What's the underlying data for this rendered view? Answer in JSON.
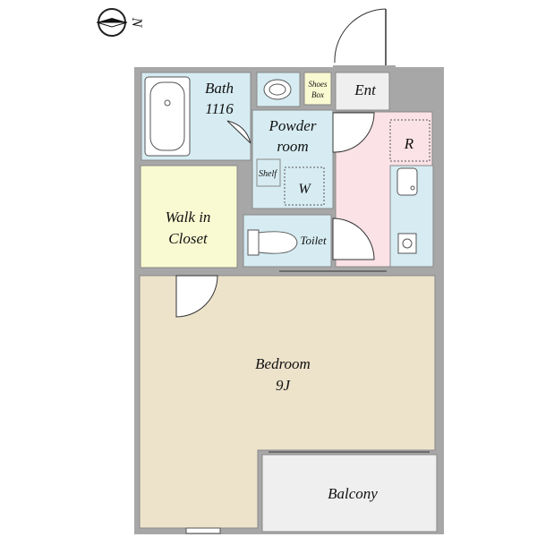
{
  "compass": {
    "direction_label": "N"
  },
  "rooms": {
    "bath": {
      "name": "Bath",
      "size": "1116"
    },
    "powder_room": {
      "line1": "Powder",
      "line2": "room"
    },
    "washer": {
      "label": "W"
    },
    "shelf": {
      "label": "Shelf"
    },
    "shoes_box": {
      "line1": "Shoes",
      "line2": "Box"
    },
    "entrance": {
      "label": "Ent"
    },
    "refrigerator": {
      "label": "R"
    },
    "walk_in_closet": {
      "line1": "Walk in",
      "line2": "Closet"
    },
    "toilet": {
      "label": "Toilet"
    },
    "bedroom": {
      "name": "Bedroom",
      "size": "9J"
    },
    "balcony": {
      "label": "Balcony"
    }
  },
  "colors": {
    "wall": "#a7a7a7",
    "wet_area": "#d6ecf2",
    "entrance_hall": "#fbe2e6",
    "closet": "#fafad2",
    "bedroom": "#ede3cb",
    "balcony": "#efefef",
    "fixture_stroke": "#555555"
  }
}
